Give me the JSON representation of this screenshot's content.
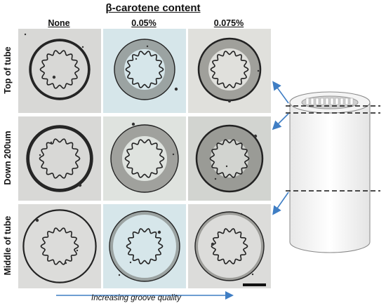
{
  "title": "β-carotene content",
  "columns": [
    "None",
    "0.05%",
    "0.075%"
  ],
  "rows": [
    "Top of tube",
    "Down 200um",
    "Middle of tube"
  ],
  "footer": "Increasing groove quality",
  "colors": {
    "panel_gray": "#d8d8d6",
    "panel_blue": "#d6e6ea",
    "ring_dark": "#1c1c1c",
    "arrow_blue": "#3f7ec4",
    "tube_fill": "#f2f2f2"
  }
}
